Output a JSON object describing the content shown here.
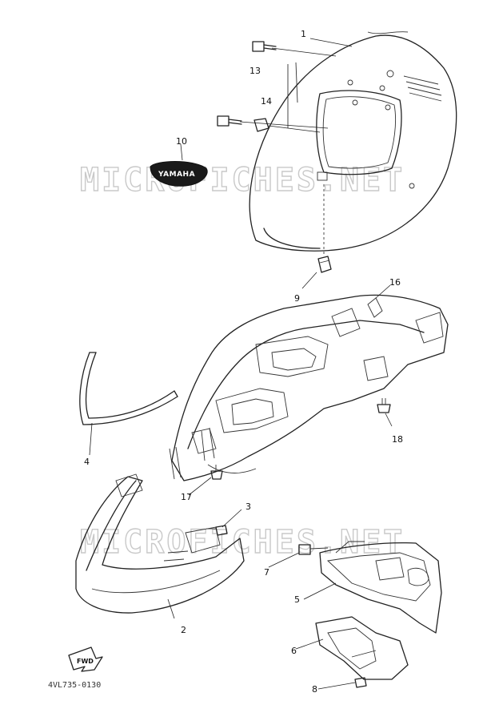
{
  "watermark": "MICROFICHES.NET",
  "emblem_text": "YAMAHA",
  "fwd_label": "FWD",
  "drawing_code": "4VL735-0130",
  "part_labels": {
    "p1": "1",
    "p2": "2",
    "p3": "3",
    "p4": "4",
    "p5": "5",
    "p6": "6",
    "p7": "7",
    "p8": "8",
    "p9": "9",
    "p10": "10",
    "p13": "13",
    "p14": "14",
    "p16": "16",
    "p17": "17",
    "p18": "18"
  }
}
